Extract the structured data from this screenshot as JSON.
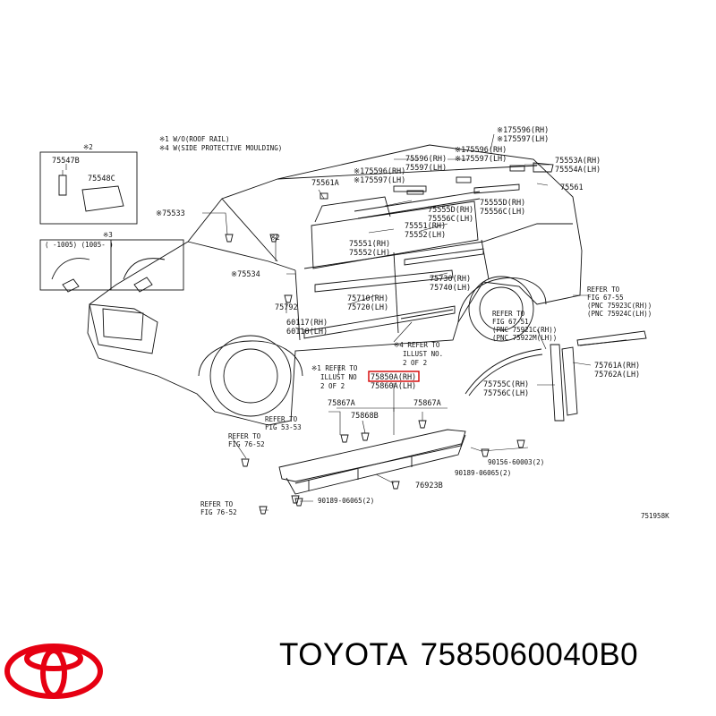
{
  "notes": [
    "※1 W/O(ROOF RAIL)",
    "※4 W(SIDE PROTECTIVE MOULDING)"
  ],
  "inset": {
    "mark_top": "※2",
    "mark_bottom": "※3",
    "header": "(    -1005)     (1005-    )",
    "part_a": "75547B",
    "part_b": "75548C"
  },
  "labels": [
    "※175596(RH)",
    "※175597(LH)",
    "75553A(RH)",
    "75554A(LH)",
    "※175596(RH)",
    "※175597(LH)",
    "75596(RH)",
    "75597(LH)",
    "※175596(RH)",
    "※175597(LH)",
    "75561A",
    "75561",
    "※75533",
    "※2",
    "75555D(RH)",
    "75556C(LH)",
    "75555D(RH)",
    "75556C(LH)",
    "75551(RH)",
    "75552(LH)",
    "75551(RH)",
    "75552(LH)",
    "※75534",
    "75730(RH)",
    "75740(LH)",
    "75792",
    "75710(RH)",
    "75720(LH)",
    "60117(RH)",
    "60118(LH)",
    "※4 REFER TO",
    "ILLUST NO.",
    "2 OF 2",
    "※1 REFER TO",
    "ILLUST NO",
    "2 OF 2",
    "75850A(RH)",
    "75860A(LH)",
    "75867A",
    "75868B",
    "75867A",
    "REFER TO",
    "FIG 53-53",
    "REFER TO",
    "FIG 76-52",
    "90156-60003(2)",
    "90189-06065(2)",
    "76923B",
    "REFER TO",
    "FIG 76-52",
    "90189-06065(2)",
    "REFER TO",
    "FIG 67-51",
    "(PNC 75921C(RH))",
    "(PNC 75922M(LH))",
    "REFER TO",
    "FIG 67-55",
    "(PNC 75923C(RH))",
    "(PNC 75924C(LH))",
    "75755C(RH)",
    "75756C(LH)",
    "75761A(RH)",
    "75762A(LH)",
    "751958K"
  ],
  "highlight_part": "75850A(RH)",
  "brand": {
    "name": "TOYOTA",
    "part_number": "7585060040B0",
    "logo_color": "#e60012"
  }
}
